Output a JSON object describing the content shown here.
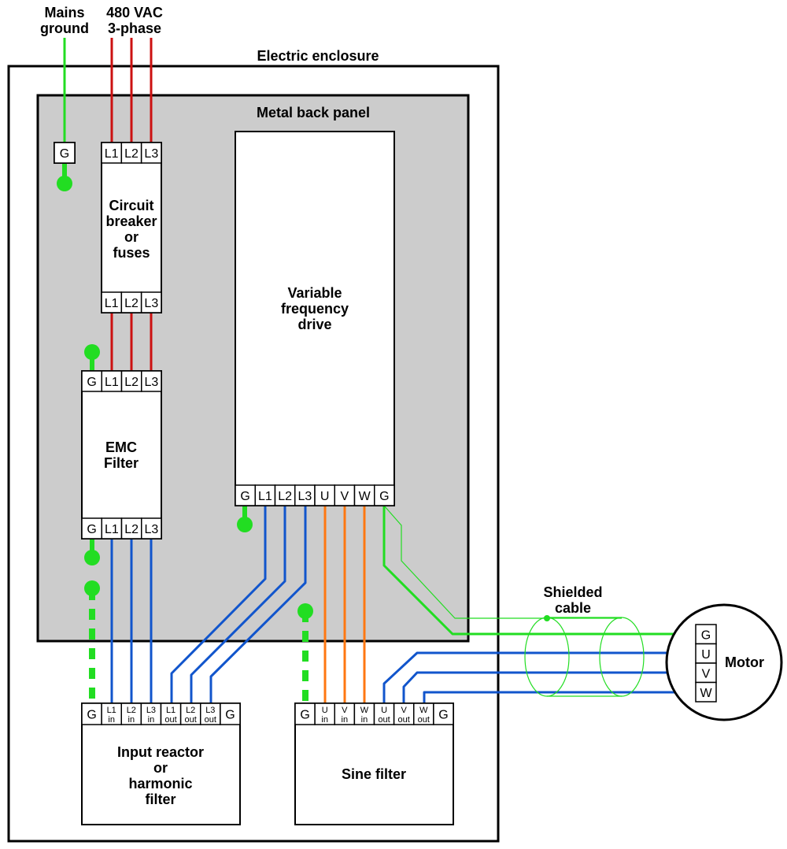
{
  "labels": {
    "mains_ground": [
      "Mains",
      "ground"
    ],
    "supply": [
      "480 VAC",
      "3-phase"
    ],
    "enclosure": "Electric enclosure",
    "back_panel": "Metal back panel",
    "shielded_cable": [
      "Shielded",
      "cable"
    ],
    "motor": "Motor"
  },
  "blocks": {
    "breaker": [
      "Circuit",
      "breaker",
      "or",
      "fuses"
    ],
    "vfd": [
      "Variable",
      "frequency",
      "drive"
    ],
    "emc": [
      "EMC",
      "Filter"
    ],
    "reactor": [
      "Input reactor",
      "or",
      "harmonic",
      "filter"
    ],
    "sine": [
      "Sine filter"
    ]
  },
  "terminals": {
    "ground_single": [
      "G"
    ],
    "breaker_top": [
      "L1",
      "L2",
      "L3"
    ],
    "breaker_bottom": [
      "L1",
      "L2",
      "L3"
    ],
    "emc_top": [
      "G",
      "L1",
      "L2",
      "L3"
    ],
    "emc_bottom": [
      "G",
      "L1",
      "L2",
      "L3"
    ],
    "vfd": [
      "G",
      "L1",
      "L2",
      "L3",
      "U",
      "V",
      "W",
      "G"
    ],
    "reactor": [
      [
        "G"
      ],
      [
        "L1",
        "in"
      ],
      [
        "L2",
        "in"
      ],
      [
        "L3",
        "in"
      ],
      [
        "L1",
        "out"
      ],
      [
        "L2",
        "out"
      ],
      [
        "L3",
        "out"
      ],
      [
        "G"
      ]
    ],
    "sine": [
      [
        "G"
      ],
      [
        "U",
        "in"
      ],
      [
        "V",
        "in"
      ],
      [
        "W",
        "in"
      ],
      [
        "U",
        "out"
      ],
      [
        "V",
        "out"
      ],
      [
        "W",
        "out"
      ],
      [
        "G"
      ]
    ],
    "motor": [
      "G",
      "U",
      "V",
      "W"
    ]
  },
  "colors": {
    "ground": "#22dd22",
    "supply": "#cc1111",
    "filtered_line": "#1155cc",
    "drive_output": "#ff7711",
    "panel": "#cccccc"
  }
}
